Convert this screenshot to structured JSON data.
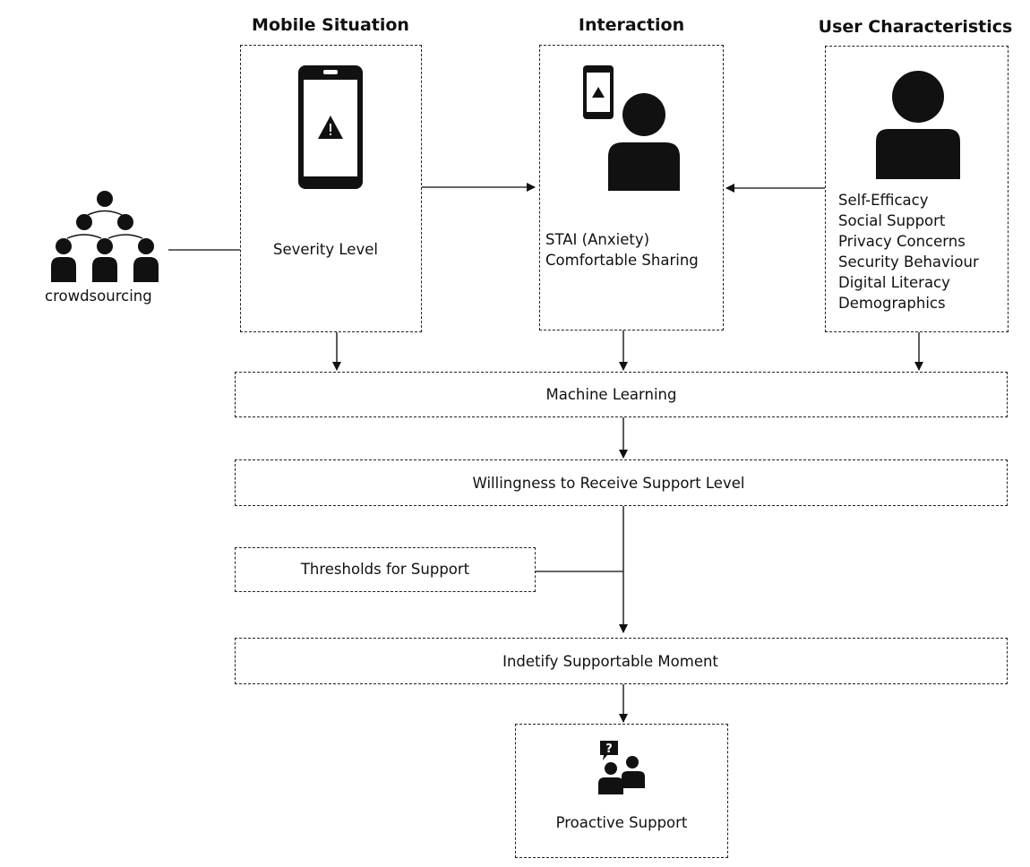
{
  "headings": {
    "mobile_situation": "Mobile Situation",
    "interaction": "Interaction",
    "user_characteristics": "User Characteristics"
  },
  "crowdsourcing": {
    "label": "crowdsourcing"
  },
  "mobile_situation": {
    "label": "Severity Level"
  },
  "interaction": {
    "lines": [
      "STAI (Anxiety)",
      "Comfortable Sharing"
    ]
  },
  "user_characteristics": {
    "lines": [
      "Self-Efficacy",
      "Social Support",
      "Privacy Concerns",
      "Security Behaviour",
      "Digital Literacy",
      "Demographics"
    ]
  },
  "machine_learning": {
    "label": "Machine Learning"
  },
  "willingness": {
    "label": "Willingness to Receive Support Level"
  },
  "thresholds": {
    "label": "Thresholds for Support"
  },
  "identify": {
    "label": "Indetify Supportable Moment"
  },
  "proactive": {
    "label": "Proactive Support"
  },
  "icons": [
    "crowd-icon",
    "phone-warning-icon",
    "person-with-phone-icon",
    "person-icon",
    "support-chat-icon"
  ]
}
